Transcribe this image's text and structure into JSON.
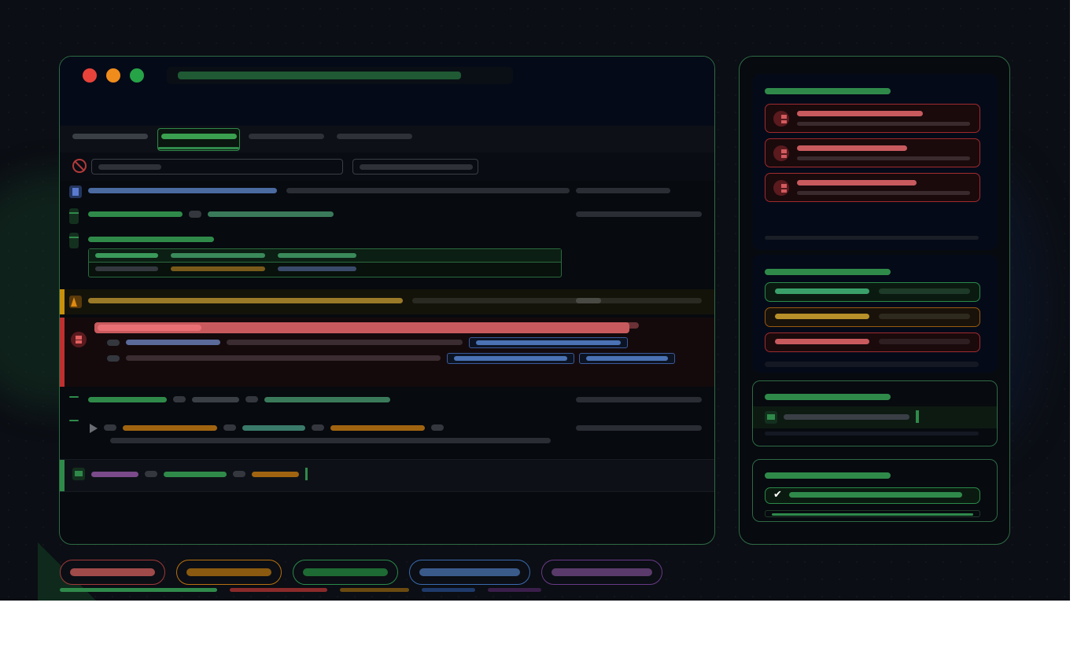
{
  "colors": {
    "background": "#0b0e14",
    "panel_border": "#2e6b44",
    "close_dot": "#e8433a",
    "minimize_dot": "#f08c1c",
    "maximize_dot": "#27a347",
    "error": "#d24a4a",
    "warning": "#9a7a28",
    "success": "#2f8a4a",
    "info": "#4a6aa0",
    "accent_purple": "#7a4a8a"
  },
  "window": {
    "controls": [
      "close",
      "minimize",
      "maximize"
    ],
    "active_tab_index": 1,
    "rows": [
      {
        "kind": "file",
        "icon": "file-icon"
      },
      {
        "kind": "item",
        "icon": "document-icon"
      },
      {
        "kind": "item-with-table",
        "icon": "document-icon"
      },
      {
        "kind": "warning",
        "icon": "warning-icon"
      },
      {
        "kind": "error",
        "icon": "error-icon"
      },
      {
        "kind": "item",
        "icon": "minus-icon"
      },
      {
        "kind": "collapsible",
        "icon": "chevron-right-icon"
      },
      {
        "kind": "terminal-input",
        "icon": "terminal-icon"
      }
    ]
  },
  "sidebar": {
    "error_card": {
      "entries": 3,
      "icon": "error-icon"
    },
    "status_card": {
      "entries": [
        "success",
        "warning",
        "error"
      ]
    },
    "terminal_card": {
      "icon": "terminal-icon"
    },
    "check_card": {
      "icon": "check-icon"
    }
  },
  "legend_chips": [
    "error",
    "warning",
    "success",
    "info",
    "accent"
  ]
}
